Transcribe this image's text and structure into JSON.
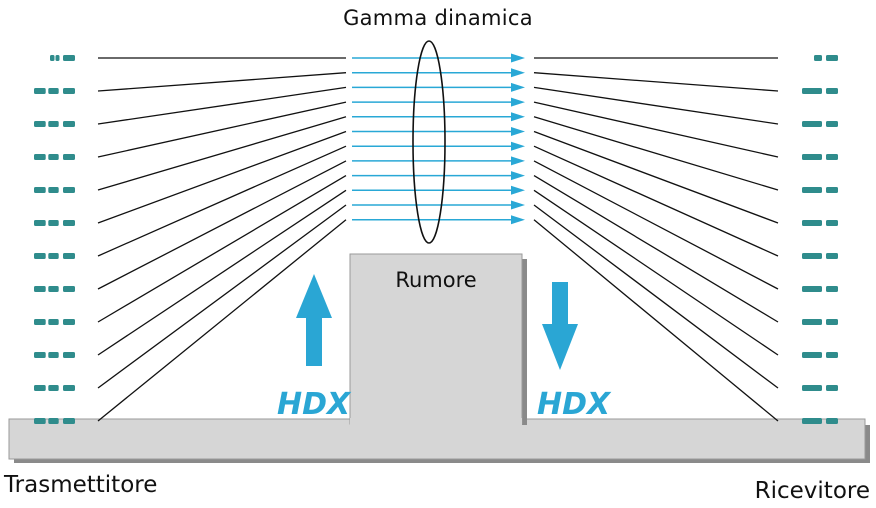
{
  "diagram": {
    "title": "Gamma dinamica",
    "noise_label": "Rumore",
    "transmitter_label": "Trasmettitore",
    "receiver_label": "Ricevitore",
    "hdx_left": "HDX",
    "hdx_right": "HDX",
    "level_count": 12,
    "colors": {
      "line": "#111111",
      "signal": "#29a8d6",
      "hdx": "#2aa6d4",
      "block_fill": "#d6d6d6",
      "block_stroke": "#9a9a9a",
      "scale_text": "#2f8c8c"
    }
  }
}
